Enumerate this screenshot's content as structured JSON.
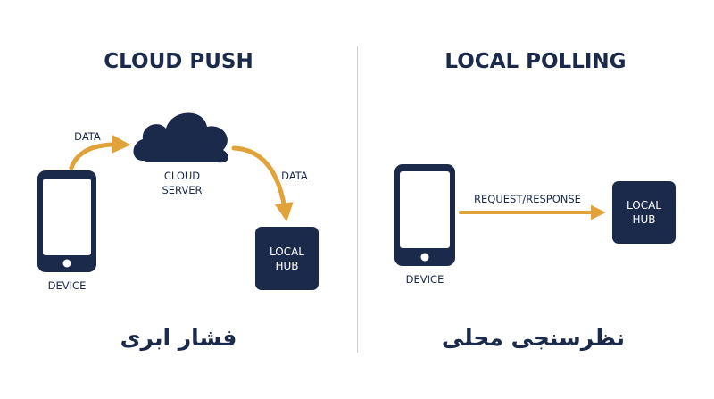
{
  "left_panel": {
    "title": "CLOUD PUSH",
    "persian_label": "فشار ابری",
    "device_label": "DEVICE",
    "data_label_1": "DATA",
    "data_label_2": "DATA",
    "cloud_label_line1": "CLOUD",
    "cloud_label_line2": "SERVER",
    "hub_line1": "LOCAL",
    "hub_line2": "HUB"
  },
  "right_panel": {
    "title": "LOCAL POLLING",
    "persian_label": "نظرسنجی محلی",
    "device_label": "DEVICE",
    "arrow_label": "REQUEST/RESPONSE",
    "hub_line1": "LOCAL",
    "hub_line2": "HUB"
  },
  "colors": {
    "navy": "#1b2a4a",
    "arrow": "#e1a23a",
    "divider": "#c9ccd2",
    "background": "#ffffff"
  },
  "icons": {
    "device": "smartphone-icon",
    "cloud": "cloud-icon"
  }
}
